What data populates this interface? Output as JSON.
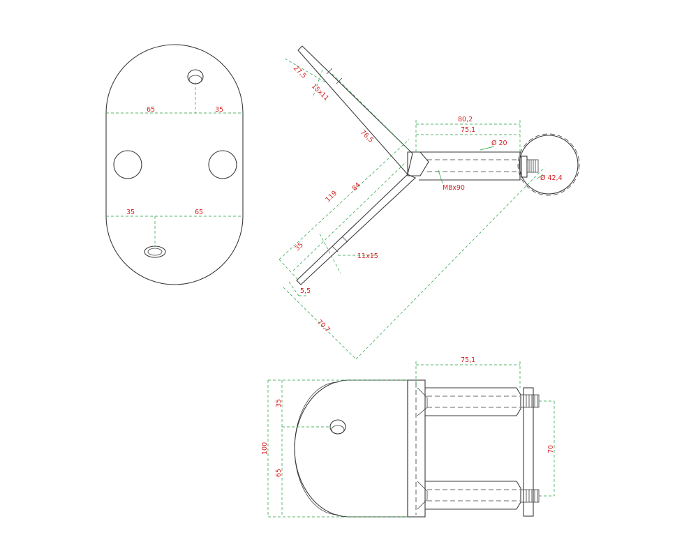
{
  "colors": {
    "outline": "#3a3a3a",
    "dimension": "#1f9e3a",
    "label": "#d42020"
  },
  "top_view": {
    "dim_upper_left": "65",
    "dim_upper_right": "35",
    "dim_lower_left": "35",
    "dim_lower_right": "65"
  },
  "side_view": {
    "dim_27_5": "27,5",
    "dim_15x11": "15x11",
    "dim_76_5": "76,5",
    "dim_119": "119",
    "dim_84": "84",
    "dim_35": "35",
    "dim_11x15": "11x15",
    "dim_5_5": "5,5",
    "dim_70_7": "70,7",
    "dim_80_2": "80,2",
    "dim_75_1": "75,1",
    "dim_d20": "Ø 20",
    "dim_m8x90": "M8x90",
    "dim_d42_4": "Ø 42,4"
  },
  "front_view": {
    "dim_75_1": "75,1",
    "dim_100": "100",
    "dim_35": "35",
    "dim_65": "65",
    "dim_70": "70"
  }
}
